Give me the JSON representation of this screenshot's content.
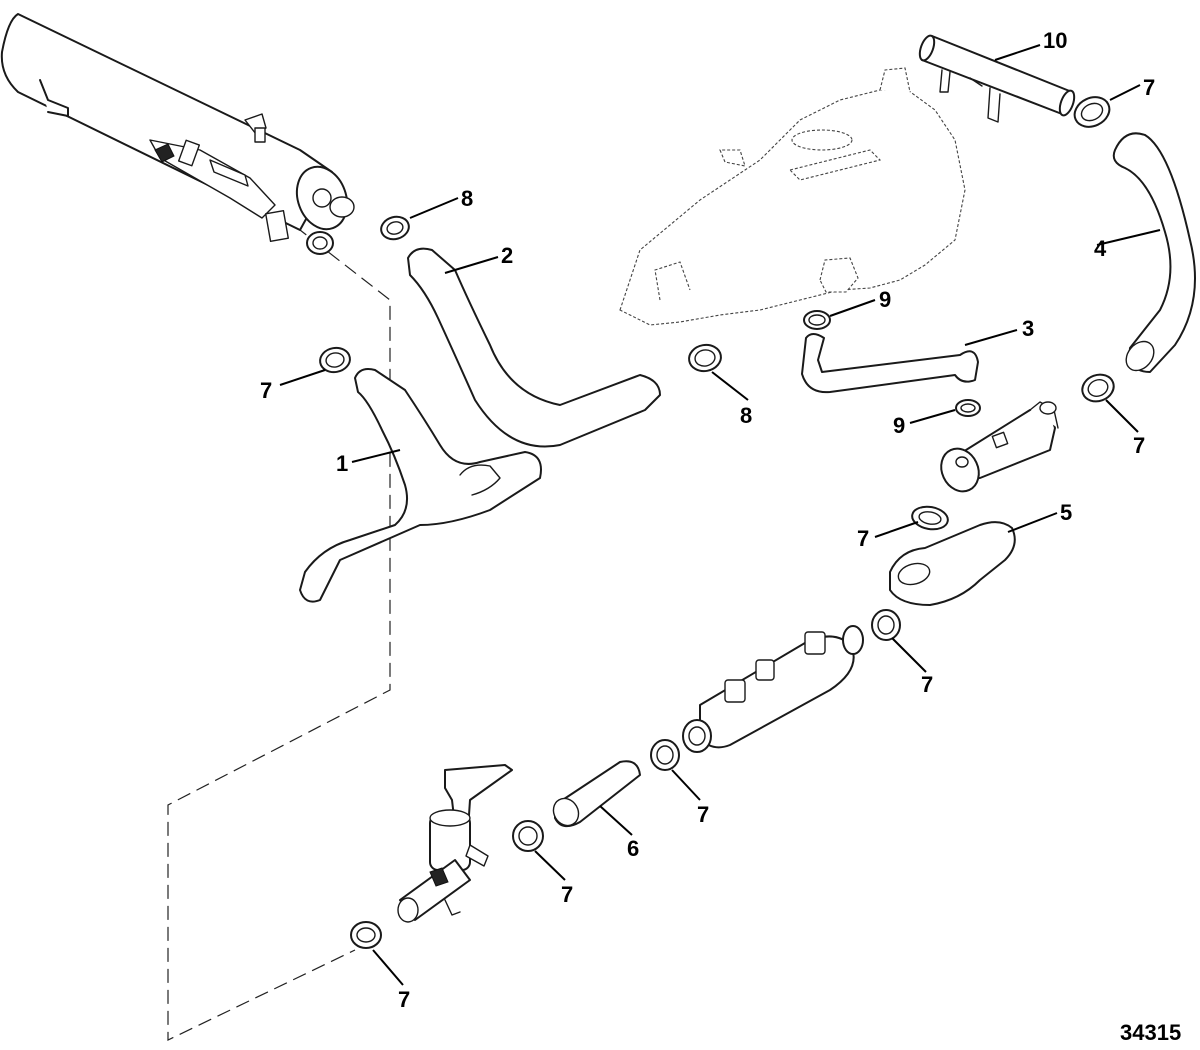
{
  "callouts": {
    "c10": "10",
    "c7_a": "7",
    "c8_a": "8",
    "c2": "2",
    "c4": "4",
    "c9_a": "9",
    "c3": "3",
    "c7_b": "7",
    "c8_b": "8",
    "c9_b": "9",
    "c7_c": "7",
    "c1": "1",
    "c5": "5",
    "c7_d": "7",
    "c7_e": "7",
    "c7_f": "7",
    "c6": "6",
    "c7_g": "7",
    "c7_h": "7"
  },
  "figure_number": "34315"
}
